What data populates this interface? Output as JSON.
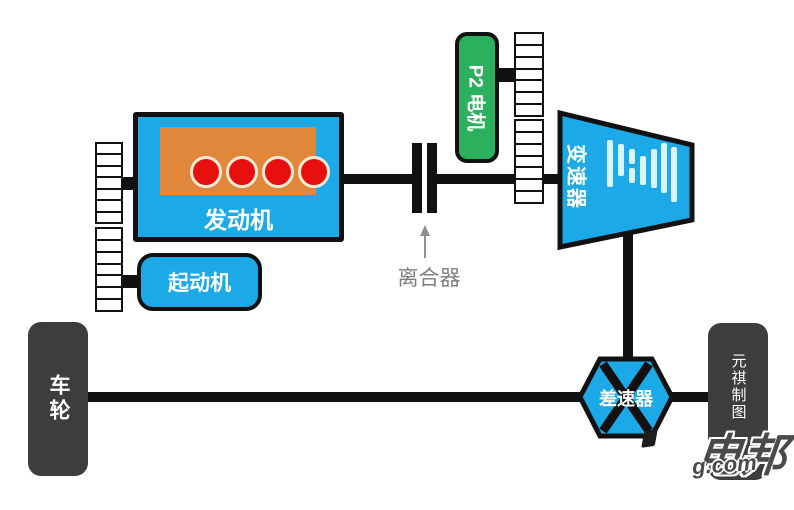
{
  "components": {
    "engine": {
      "label": "发动机"
    },
    "starter": {
      "label": "起动机"
    },
    "p2_motor": {
      "label": "P2 电机"
    },
    "clutch": {
      "label": "离合器"
    },
    "transmission": {
      "label": "变速器"
    },
    "differential": {
      "label": "差速器"
    },
    "left_wheel": {
      "label": "车轮"
    },
    "right_wheel": {
      "watermark_text": "元祺制图"
    }
  },
  "watermark": {
    "large_text": "电邦",
    "domain_text": "g.com"
  },
  "colors": {
    "component_blue": "#1BA9E8",
    "motor_green": "#2BB05D",
    "engine_block_orange": "#E1873C",
    "cylinder_red": "#E8100F",
    "cylinder_ring": "#F3EBD3",
    "gear_bar_cyan": "#D9F4FC",
    "wheel_gray": "#3D3D3D",
    "line_black": "#111111",
    "annotation_gray": "#7E7E7E",
    "watermark_gray": "#4A4A4A"
  },
  "shapes": {
    "ladder_cells": 7,
    "cylinder_count": 4
  }
}
